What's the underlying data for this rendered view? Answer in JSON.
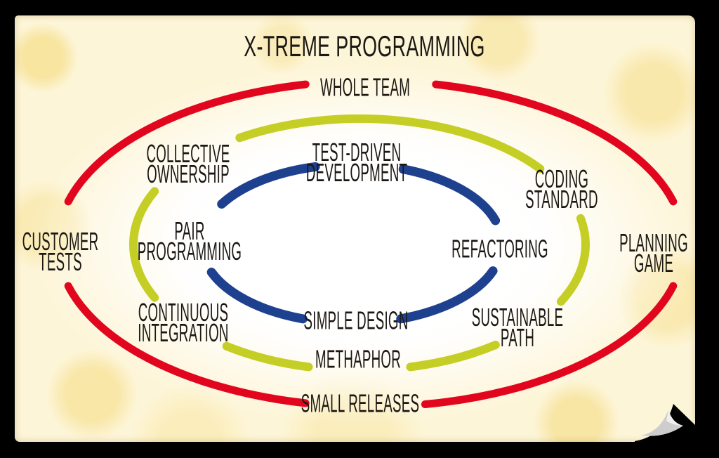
{
  "title": "X-TREME PROGRAMMING",
  "colors": {
    "background": "#000000",
    "paper": "#fdf5d7",
    "text": "#1b1713",
    "outer_ring_red": "#e2051e",
    "middle_ring_green": "#c5ce24",
    "inner_ring_blue": "#1e418f",
    "curl_gray": "#cdcdcd"
  },
  "rings": {
    "outer": {
      "color": "#e2051e",
      "color_name": "red",
      "practice_keys": [
        "whole_team",
        "planning_game",
        "small_releases",
        "customer_tests"
      ]
    },
    "middle": {
      "color": "#c5ce24",
      "color_name": "yellow-green",
      "practice_keys": [
        "collective_ownership",
        "coding_standard",
        "sustainable_path",
        "methaphor",
        "continuous_integration"
      ]
    },
    "inner": {
      "color": "#1e418f",
      "color_name": "blue",
      "practice_keys": [
        "test_driven_development",
        "refactoring",
        "simple_design",
        "pair_programming"
      ]
    }
  },
  "labels": {
    "whole_team": {
      "lines": [
        "WHOLE TEAM"
      ]
    },
    "collective_ownership": {
      "lines": [
        "COLLECTIVE",
        "OWNERSHIP"
      ]
    },
    "test_driven_development": {
      "lines": [
        "TEST-DRIVEN",
        "DEVELOPMENT"
      ]
    },
    "coding_standard": {
      "lines": [
        "CODING",
        "STANDARD"
      ]
    },
    "customer_tests": {
      "lines": [
        "CUSTOMER",
        "TESTS"
      ]
    },
    "pair_programming": {
      "lines": [
        "PAIR",
        "PROGRAMMING"
      ]
    },
    "refactoring": {
      "lines": [
        "REFACTORING"
      ]
    },
    "planning_game": {
      "lines": [
        "PLANNING",
        "GAME"
      ]
    },
    "continuous_integration": {
      "lines": [
        "CONTINUOUS",
        "INTEGRATION"
      ]
    },
    "simple_design": {
      "lines": [
        "SIMPLE DESIGN"
      ]
    },
    "sustainable_path": {
      "lines": [
        "SUSTAINABLE",
        "PATH"
      ]
    },
    "methaphor": {
      "lines": [
        "METHAPHOR"
      ]
    },
    "small_releases": {
      "lines": [
        "SMALL RELEASES"
      ]
    }
  }
}
